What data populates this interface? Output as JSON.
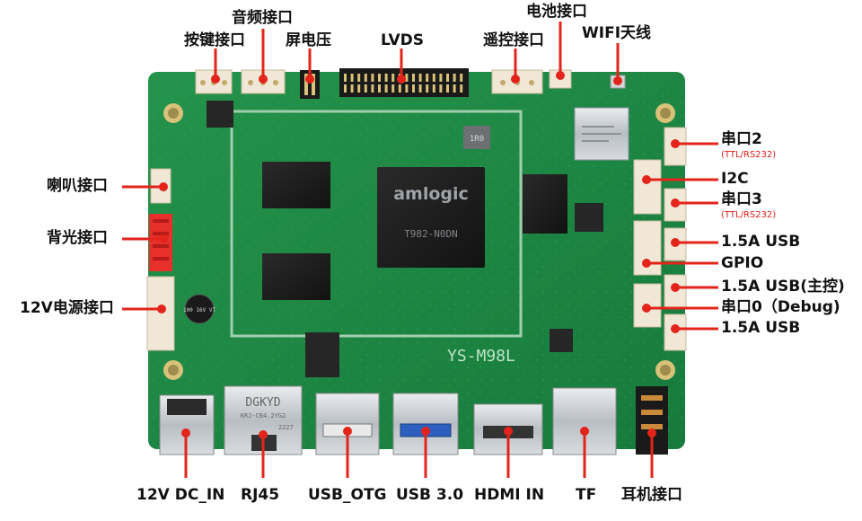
{
  "labels": {
    "button_port": "按键接口",
    "audio_port": "音频接口",
    "screen_voltage": "屏电压",
    "lvds": "LVDS",
    "remote_port": "遥控接口",
    "battery_port": "电池接口",
    "wifi_antenna": "WIFI天线",
    "speaker_port": "喇叭接口",
    "backlight_port": "背光接口",
    "power_12v_port": "12V电源接口",
    "uart2": "串口2",
    "uart2_sub": "(TTL/RS232)",
    "i2c": "I2C",
    "uart3": "串口3",
    "uart3_sub": "(TTL/RS232)",
    "usb_1": "1.5A  USB",
    "gpio": "GPIO",
    "usb_host": "1.5A  USB(主控)",
    "uart0": "串口0（Debug)",
    "usb_2": "1.5A  USB",
    "dc_in": "12V  DC_IN",
    "rj45": "RJ45",
    "usb_otg": "USB_OTG",
    "usb3": "USB 3.0",
    "hdmi_in": "HDMI  IN",
    "tf": "TF",
    "earphone_port": "耳机接口"
  },
  "board": {
    "model": "YS-M98L",
    "soc_brand": "amlogic",
    "soc_part": "T982-N0DN",
    "eth_brand": "DGKYD",
    "eth_part": "KRJ-CB4.2YG2",
    "eth_code": "2227",
    "cap_text": "100 16V VT",
    "inductor": "1R0"
  },
  "colors": {
    "pcb": "#1f8a45",
    "pcb_dark": "#15703a",
    "callout": "#e3241b",
    "connector": "#f1e7d6",
    "chip": "#1b1b1b"
  }
}
